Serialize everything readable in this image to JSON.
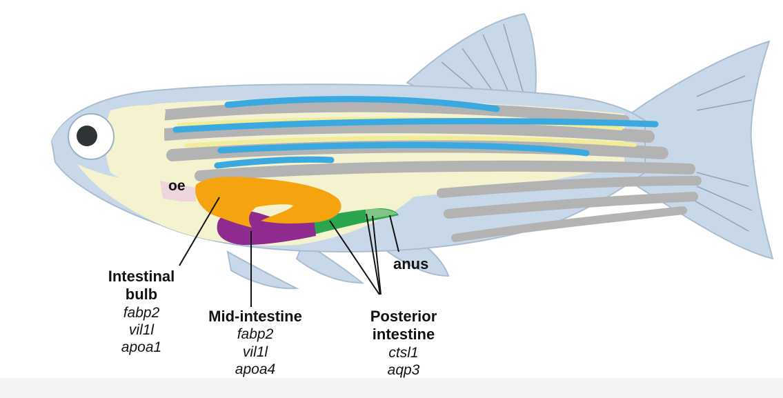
{
  "labels": {
    "oe": "oe",
    "anus": "anus",
    "intestinal_bulb": {
      "title_line1": "Intestinal",
      "title_line2": "bulb",
      "genes": [
        "fabp2",
        "vil1l",
        "apoa1"
      ]
    },
    "mid_intestine": {
      "title": "Mid-intestine",
      "genes": [
        "fabp2",
        "vil1l",
        "apoa4"
      ]
    },
    "posterior_intestine": {
      "title_line1": "Posterior",
      "title_line2": "intestine",
      "genes": [
        "ctsl1",
        "aqp3"
      ]
    }
  },
  "colors": {
    "body": "#c9d8e8",
    "body_outline": "#a9bdd1",
    "yolk_region": "#f5f3cf",
    "stripe_gray": "#b3b3b3",
    "stripe_blue": "#3aa9e0",
    "stripe_yellow": "#f1ec9a",
    "intestinal_bulb": "#f5a30e",
    "mid_intestine": "#8f2a8e",
    "posterior_intestine": "#2aa64f",
    "posterior_intestine_light": "#7fc686",
    "oesophagus": "#ecd5dc",
    "eye_outer": "#ffffff",
    "eye_pupil": "#2e3336"
  }
}
